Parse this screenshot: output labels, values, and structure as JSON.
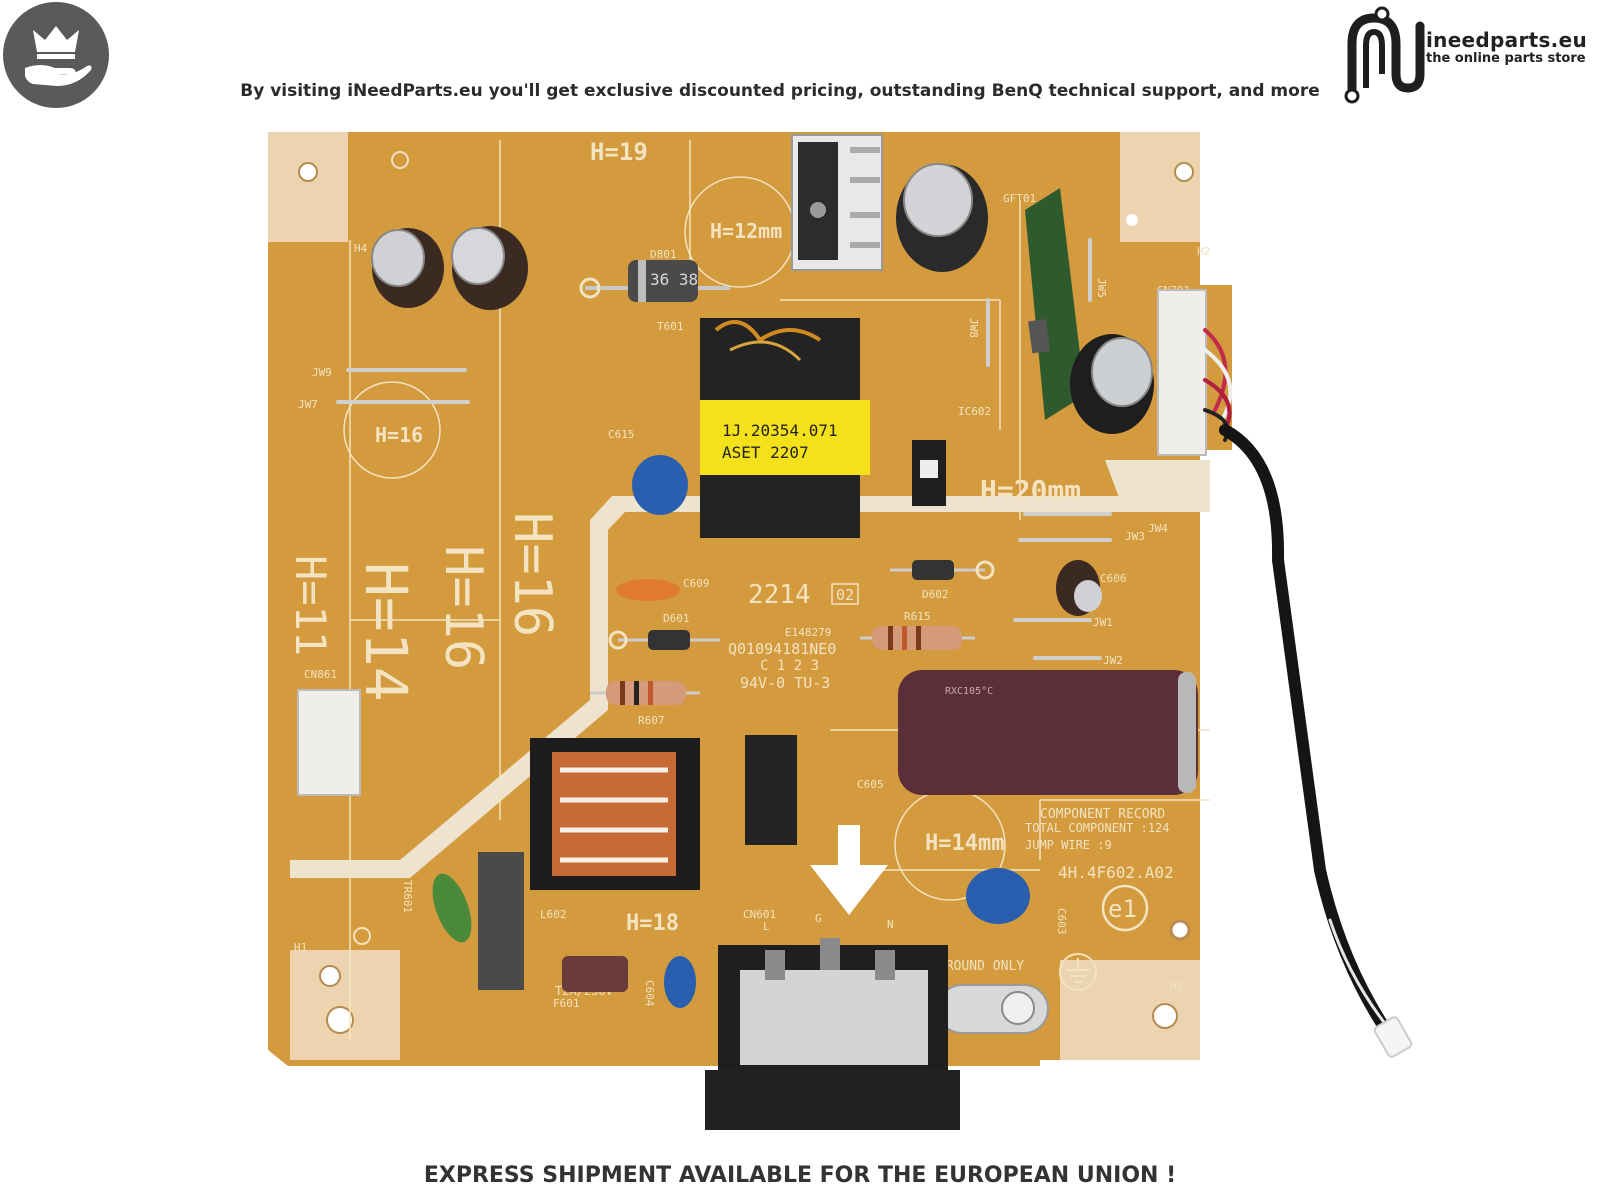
{
  "header": {
    "tagline": "By visiting iNeedParts.eu you'll get exclusive discounted pricing, outstanding BenQ technical support, and more",
    "brand_name": "ineedparts.eu",
    "brand_tagline": "the online parts store"
  },
  "footer": {
    "text": "EXPRESS SHIPMENT AVAILABLE FOR THE EUROPEAN UNION !"
  },
  "board": {
    "transformer_line1": "1J.20354.071",
    "transformer_line2": "ASET    2207",
    "h19": "H=19",
    "h12": "H=12mm",
    "h16a": "H=16",
    "h20": "H=20mm",
    "h11": "H=11",
    "h14": "H=14",
    "h16b": "H=16",
    "h16c": "H=16",
    "h14mm": "H=14mm",
    "h18": "H=18",
    "date_code": "2214",
    "date_box": "02",
    "ul_number": "E148279",
    "part_number": "Q01094181NE0",
    "cert_boxes": "C 1 2 3",
    "rating": "94V-0 TU-3",
    "record_title": "COMPONENT RECORD",
    "record_total": "TOTAL COMPONENT :124",
    "record_jump": "JUMP WIRE :9",
    "board_code": "4H.4F602.A02",
    "e1": "e1",
    "ground": "GROUND ONLY",
    "fuse": "T2A/250V",
    "fuse_ref": "F601",
    "cn601": "CN601",
    "cn861": "CN861",
    "cn701": "CN701",
    "gft01": "GFT01",
    "ic602": "IC602",
    "c615": "C615",
    "c609": "C609",
    "c605": "C605",
    "c604": "C604",
    "c603": "C603",
    "d601": "D601",
    "d602": "D602",
    "d801": "D801",
    "r615": "R615",
    "r607": "R607",
    "t601": "T601",
    "l602": "L602",
    "tr601": "TR601",
    "jw9": "JW9",
    "jw7": "JW7",
    "jw3": "JW3",
    "jw4": "JW4",
    "jw1": "JW1",
    "jw2": "JW2",
    "jw8": "JW8",
    "jw5": "JW5",
    "c606": "C606",
    "h1": "H1",
    "h2": "H2",
    "h3": "H3",
    "h4": "H4",
    "diode_mark": "36 38",
    "cap_text": "RXC105°C",
    "pin_l": "L",
    "pin_g": "G",
    "pin_n": "N"
  },
  "colors": {
    "pcb": "#d39a3e",
    "pcb_light": "#e0b25c",
    "silkscreen": "#f3e3c0",
    "logo_bg": "#5a5a5a",
    "cap_purple": "#5a2f3a",
    "cap_blue": "#2a5fb0",
    "transformer_yellow": "#f4e11a"
  },
  "icons": [
    "crown-hand-logo-icon",
    "ineedparts-logo-icon",
    "arrow-down-icon",
    "ground-symbol-icon"
  ]
}
